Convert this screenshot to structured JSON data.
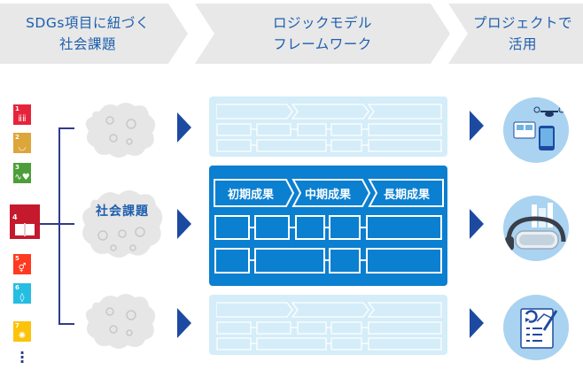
{
  "header": {
    "step1": "SDGs項目に紐づく\n社会課題",
    "step2": "ロジックモデル\nフレームワーク",
    "step3": "プロジェクトで\n活用"
  },
  "sdg_goals": [
    {
      "number": "1",
      "color": "#e5243b",
      "icon": "people-icon"
    },
    {
      "number": "2",
      "color": "#dda63a",
      "icon": "bowl-icon"
    },
    {
      "number": "3",
      "color": "#4c9f38",
      "icon": "heartbeat-icon"
    },
    {
      "number": "4",
      "color": "#c5192d",
      "icon": "book-icon"
    },
    {
      "number": "5",
      "color": "#ff3a21",
      "icon": "gender-icon"
    },
    {
      "number": "6",
      "color": "#26bde2",
      "icon": "water-drop-icon"
    },
    {
      "number": "7",
      "color": "#fcc30b",
      "icon": "sun-icon"
    }
  ],
  "social_issue_label": "社会課題",
  "outcomes": {
    "initial": "初期成果",
    "intermediate": "中期成果",
    "long_term": "長期成果"
  },
  "projects": [
    {
      "icon": "drone-smartphone-icon"
    },
    {
      "icon": "vr-headset-icon"
    },
    {
      "icon": "report-checklist-icon"
    }
  ],
  "colors": {
    "header_bg": "#e8e8e8",
    "header_text": "#1d5fae",
    "panel_light": "#d4edf9",
    "panel_dark": "#0b7fd0",
    "arrow": "#1d4aa1",
    "bracket": "#2f3b8c"
  }
}
